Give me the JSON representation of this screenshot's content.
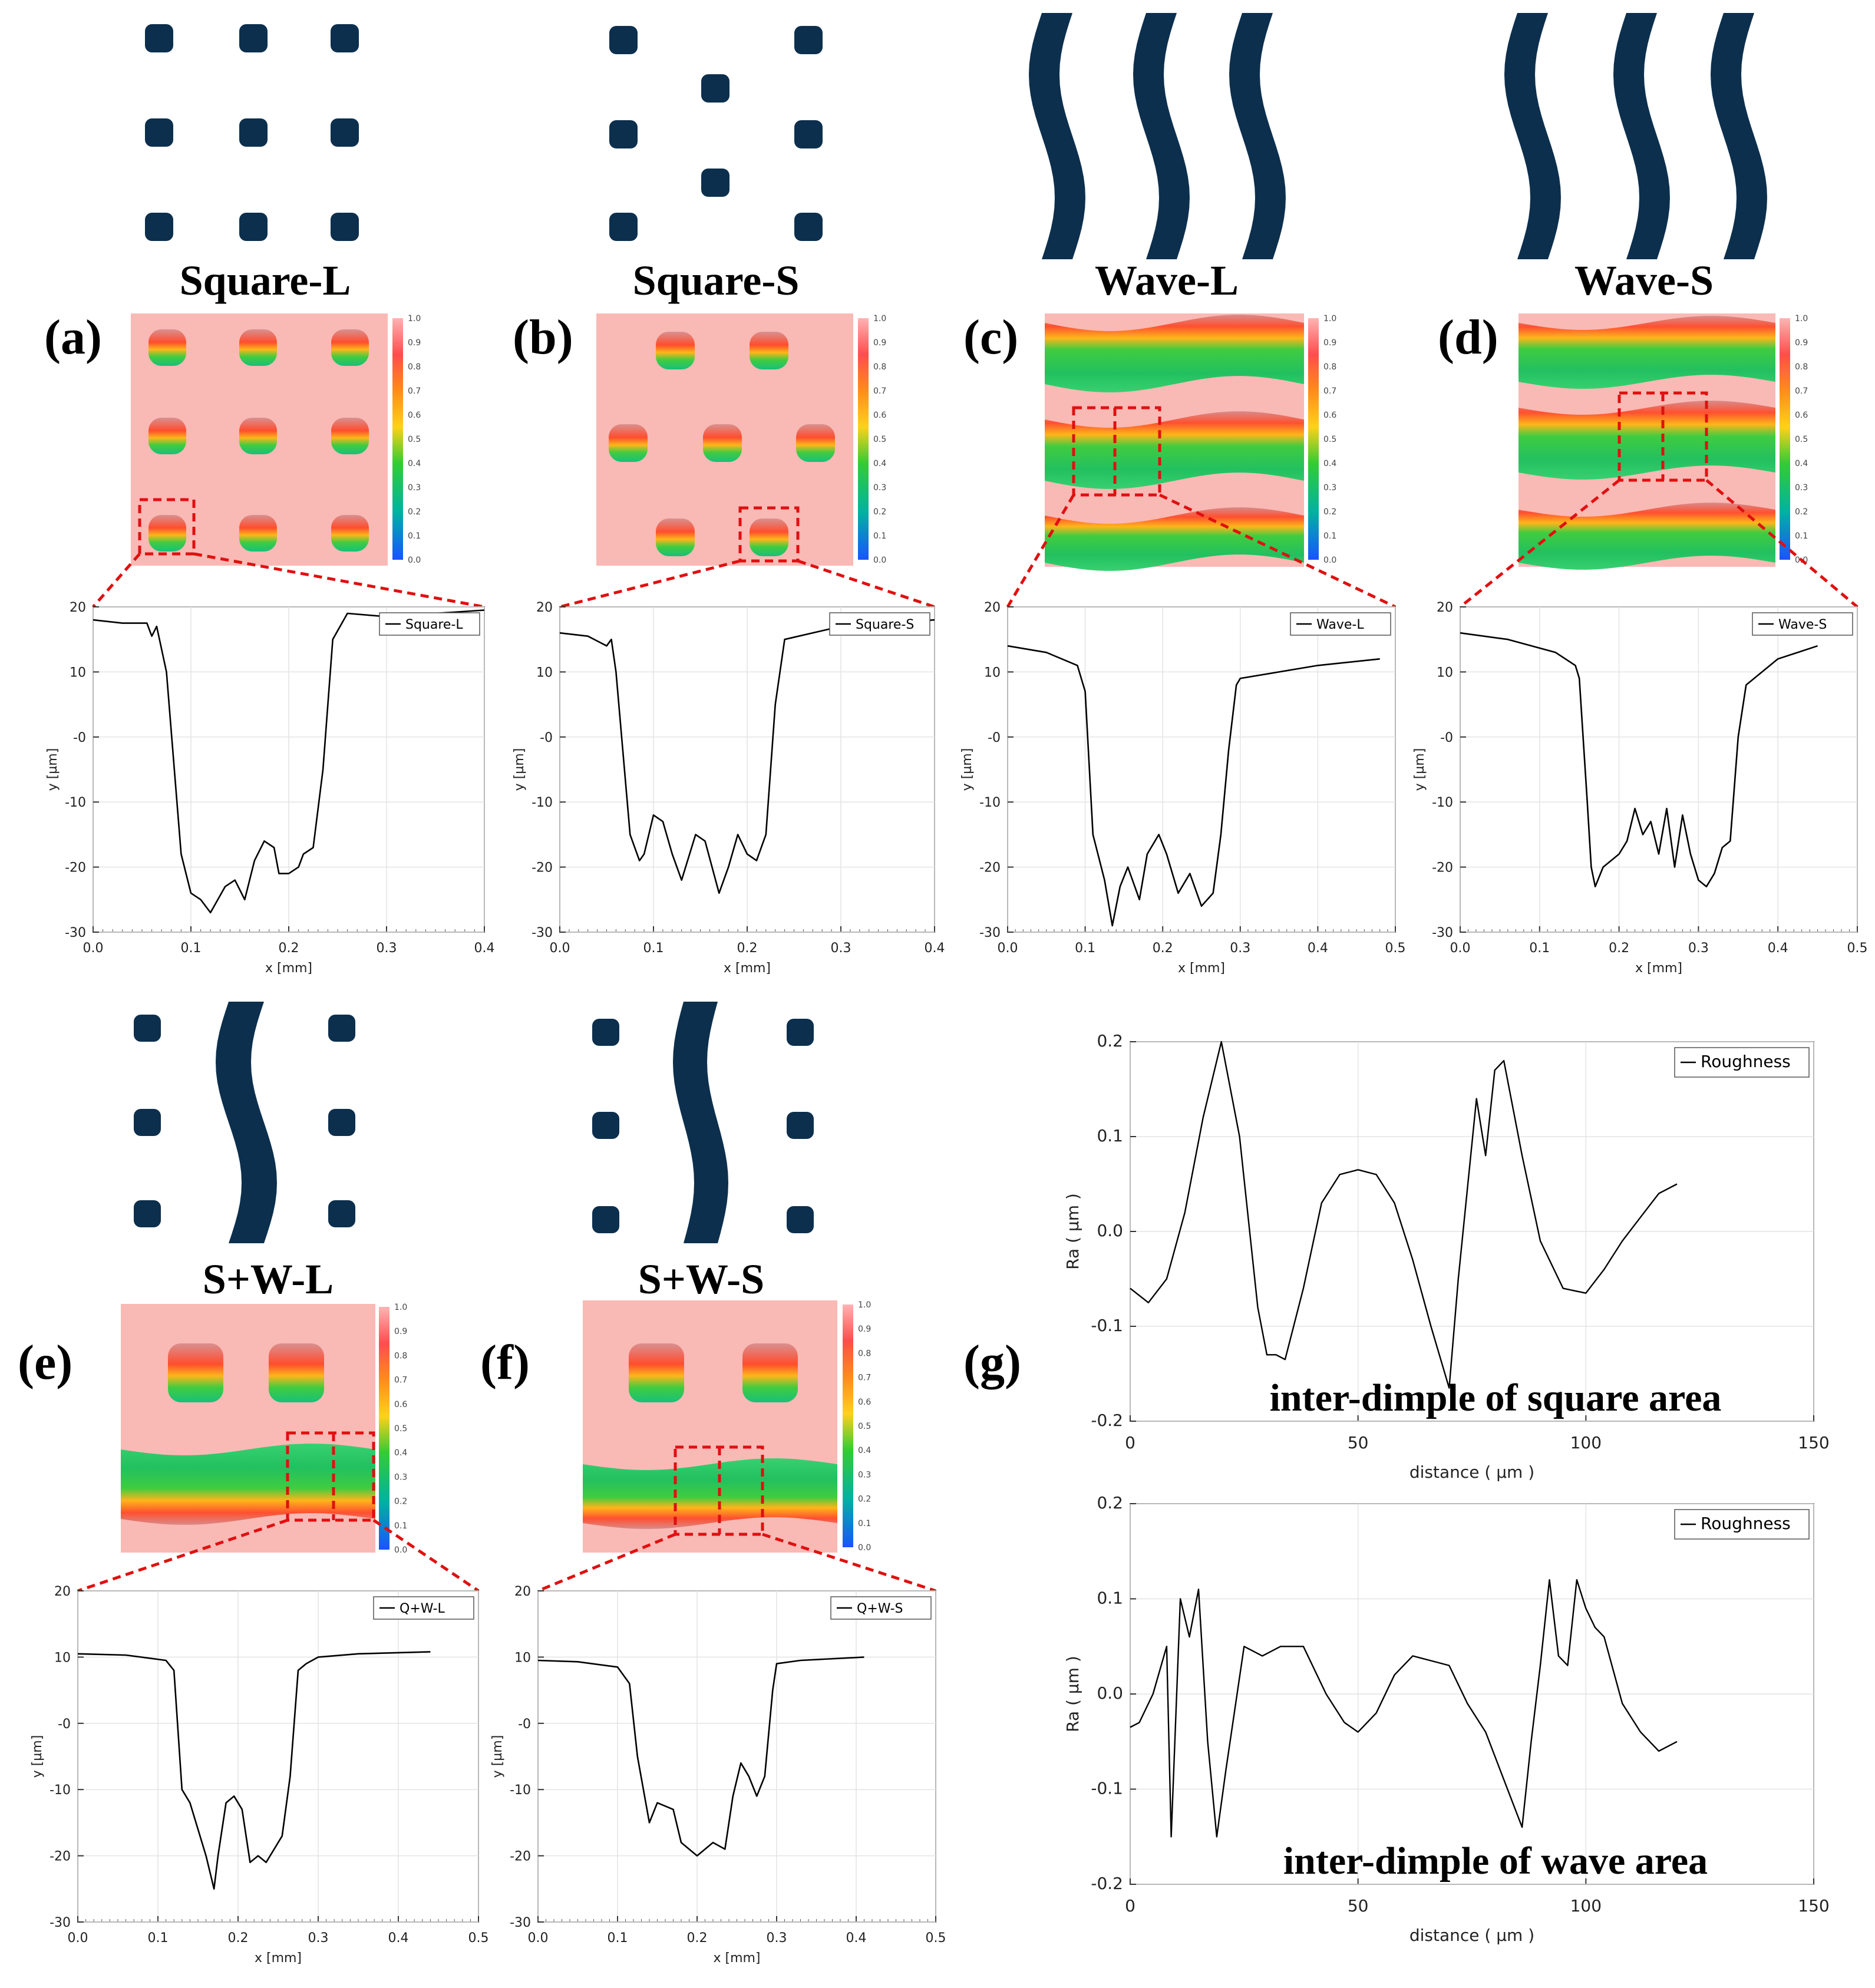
{
  "panels": {
    "a": {
      "label": "(a)",
      "title": "Square-L"
    },
    "b": {
      "label": "(b)",
      "title": "Square-S"
    },
    "c": {
      "label": "(c)",
      "title": "Wave-L"
    },
    "d": {
      "label": "(d)",
      "title": "Wave-S"
    },
    "e": {
      "label": "(e)",
      "title": "S+W-L"
    },
    "f": {
      "label": "(f)",
      "title": "S+W-S"
    },
    "g": {
      "label": "(g)"
    }
  },
  "colorbar": {
    "labels": [
      "1.0",
      "0.9",
      "0.8",
      "0.7",
      "0.6",
      "0.5",
      "0.4",
      "0.3",
      "0.2",
      "0.1",
      "0.0"
    ],
    "colors": [
      "#ffb3b3",
      "#ff4d4d",
      "#ff8c1a",
      "#ffd11a",
      "#33cc33",
      "#00b3a0",
      "#1a53ff"
    ]
  },
  "colors": {
    "dimple": "#0c2f4d",
    "height_bg": "#f9b9b5",
    "frame": "#e01010",
    "line": "#000000"
  },
  "chart_data": [
    {
      "id": "a",
      "type": "line",
      "xlabel": "x [mm]",
      "ylabel": "y [µm]",
      "xlim": [
        0,
        0.4
      ],
      "ylim": [
        -30,
        20
      ],
      "xticks": [
        "0.0",
        "0.1",
        "0.2",
        "0.3",
        "0.4"
      ],
      "yticks": [
        "20",
        "10",
        "-0",
        "-10",
        "-20",
        "-30"
      ],
      "series": [
        {
          "name": "Square-L",
          "x": [
            0,
            0.03,
            0.055,
            0.06,
            0.065,
            0.075,
            0.09,
            0.1,
            0.11,
            0.12,
            0.135,
            0.145,
            0.155,
            0.165,
            0.175,
            0.185,
            0.19,
            0.2,
            0.21,
            0.215,
            0.225,
            0.235,
            0.245,
            0.26,
            0.3,
            0.4
          ],
          "y": [
            18,
            17.5,
            17.5,
            15.5,
            17,
            10,
            -18,
            -24,
            -25,
            -27,
            -23,
            -22,
            -25,
            -19,
            -16,
            -17,
            -21,
            -21,
            -20,
            -18,
            -17,
            -5,
            15,
            19,
            18.5,
            19.5
          ]
        }
      ]
    },
    {
      "id": "b",
      "type": "line",
      "xlabel": "x [mm]",
      "ylabel": "y [µm]",
      "xlim": [
        0,
        0.4
      ],
      "ylim": [
        -30,
        20
      ],
      "xticks": [
        "0.0",
        "0.1",
        "0.2",
        "0.3",
        "0.4"
      ],
      "yticks": [
        "20",
        "10",
        "-0",
        "-10",
        "-20",
        "-30"
      ],
      "series": [
        {
          "name": "Square-S",
          "x": [
            0,
            0.03,
            0.05,
            0.055,
            0.06,
            0.075,
            0.085,
            0.09,
            0.1,
            0.11,
            0.12,
            0.13,
            0.145,
            0.155,
            0.17,
            0.18,
            0.19,
            0.2,
            0.21,
            0.22,
            0.23,
            0.24,
            0.3,
            0.4
          ],
          "y": [
            16,
            15.5,
            14,
            15,
            10,
            -15,
            -19,
            -18,
            -12,
            -13,
            -18,
            -22,
            -15,
            -16,
            -24,
            -20,
            -15,
            -18,
            -19,
            -15,
            5,
            15,
            17,
            18
          ]
        }
      ]
    },
    {
      "id": "c",
      "type": "line",
      "xlabel": "x [mm]",
      "ylabel": "y [µm]",
      "xlim": [
        0,
        0.5
      ],
      "ylim": [
        -30,
        20
      ],
      "xticks": [
        "0.0",
        "0.1",
        "0.2",
        "0.3",
        "0.4",
        "0.5"
      ],
      "yticks": [
        "20",
        "10",
        "-0",
        "-10",
        "-20",
        "-30"
      ],
      "series": [
        {
          "name": "Wave-L",
          "x": [
            0,
            0.05,
            0.09,
            0.1,
            0.11,
            0.125,
            0.135,
            0.145,
            0.155,
            0.17,
            0.18,
            0.195,
            0.205,
            0.22,
            0.235,
            0.25,
            0.265,
            0.275,
            0.285,
            0.295,
            0.3,
            0.4,
            0.48
          ],
          "y": [
            14,
            13,
            11,
            7,
            -15,
            -22,
            -29,
            -23,
            -20,
            -25,
            -18,
            -15,
            -18,
            -24,
            -21,
            -26,
            -24,
            -15,
            -2,
            8,
            9,
            11,
            12
          ]
        }
      ]
    },
    {
      "id": "d",
      "type": "line",
      "xlabel": "x [mm]",
      "ylabel": "y [µm]",
      "xlim": [
        0,
        0.5
      ],
      "ylim": [
        -30,
        20
      ],
      "xticks": [
        "0.0",
        "0.1",
        "0.2",
        "0.3",
        "0.4",
        "0.5"
      ],
      "yticks": [
        "20",
        "10",
        "-0",
        "-10",
        "-20",
        "-30"
      ],
      "series": [
        {
          "name": "Wave-S",
          "x": [
            0,
            0.06,
            0.12,
            0.145,
            0.15,
            0.16,
            0.165,
            0.17,
            0.18,
            0.19,
            0.2,
            0.21,
            0.22,
            0.23,
            0.24,
            0.25,
            0.26,
            0.27,
            0.28,
            0.29,
            0.3,
            0.31,
            0.32,
            0.33,
            0.34,
            0.35,
            0.36,
            0.4,
            0.45
          ],
          "y": [
            16,
            15,
            13,
            11,
            9,
            -10,
            -20,
            -23,
            -20,
            -19,
            -18,
            -16,
            -11,
            -15,
            -13,
            -18,
            -11,
            -20,
            -12,
            -18,
            -22,
            -23,
            -21,
            -17,
            -16,
            0,
            8,
            12,
            14
          ]
        }
      ]
    },
    {
      "id": "e",
      "type": "line",
      "xlabel": "x [mm]",
      "ylabel": "y [µm]",
      "xlim": [
        0,
        0.5
      ],
      "ylim": [
        -30,
        20
      ],
      "xticks": [
        "0.0",
        "0.1",
        "0.2",
        "0.3",
        "0.4",
        "0.5"
      ],
      "yticks": [
        "20",
        "10",
        "-0",
        "-10",
        "-20",
        "-30"
      ],
      "series": [
        {
          "name": "Q+W-L",
          "x": [
            0,
            0.06,
            0.11,
            0.12,
            0.13,
            0.14,
            0.15,
            0.16,
            0.17,
            0.175,
            0.185,
            0.195,
            0.205,
            0.215,
            0.225,
            0.235,
            0.245,
            0.255,
            0.265,
            0.275,
            0.285,
            0.3,
            0.35,
            0.44
          ],
          "y": [
            10.5,
            10.3,
            9.5,
            8,
            -10,
            -12,
            -16,
            -20,
            -25,
            -20,
            -12,
            -11,
            -13,
            -21,
            -20,
            -21,
            -19,
            -17,
            -8,
            8,
            9,
            10,
            10.5,
            10.8
          ]
        }
      ]
    },
    {
      "id": "f",
      "type": "line",
      "xlabel": "x [mm]",
      "ylabel": "y [µm]",
      "xlim": [
        0,
        0.5
      ],
      "ylim": [
        -30,
        20
      ],
      "xticks": [
        "0.0",
        "0.1",
        "0.2",
        "0.3",
        "0.4",
        "0.5"
      ],
      "yticks": [
        "20",
        "10",
        "-0",
        "-10",
        "-20",
        "-30"
      ],
      "series": [
        {
          "name": "Q+W-S",
          "x": [
            0,
            0.05,
            0.1,
            0.115,
            0.125,
            0.14,
            0.15,
            0.17,
            0.18,
            0.2,
            0.22,
            0.235,
            0.245,
            0.255,
            0.265,
            0.275,
            0.285,
            0.295,
            0.3,
            0.33,
            0.41
          ],
          "y": [
            9.5,
            9.3,
            8.5,
            6,
            -5,
            -15,
            -12,
            -13,
            -18,
            -20,
            -18,
            -19,
            -11,
            -6,
            -8,
            -11,
            -8,
            5,
            9,
            9.5,
            10
          ]
        }
      ]
    },
    {
      "id": "g1",
      "type": "line",
      "xlabel": "distance ( μm )",
      "ylabel": "Ra ( μm )",
      "xlim": [
        0,
        150
      ],
      "ylim": [
        -0.2,
        0.2
      ],
      "xticks": [
        "0",
        "50",
        "100",
        "150"
      ],
      "yticks": [
        "0.2",
        "0.1",
        "0.0",
        "-0.1",
        "-0.2"
      ],
      "annotation": "inter-dimple of square  area",
      "series": [
        {
          "name": "Roughness",
          "x": [
            0,
            4,
            8,
            12,
            16,
            20,
            24,
            28,
            30,
            32,
            34,
            38,
            42,
            46,
            50,
            54,
            58,
            62,
            66,
            70,
            72,
            76,
            78,
            80,
            82,
            86,
            90,
            95,
            100,
            104,
            108,
            112,
            116,
            120
          ],
          "y": [
            -0.06,
            -0.075,
            -0.05,
            0.02,
            0.12,
            0.2,
            0.1,
            -0.08,
            -0.13,
            -0.13,
            -0.135,
            -0.06,
            0.03,
            0.06,
            0.065,
            0.06,
            0.03,
            -0.03,
            -0.1,
            -0.165,
            -0.05,
            0.14,
            0.08,
            0.17,
            0.18,
            0.08,
            -0.01,
            -0.06,
            -0.065,
            -0.04,
            -0.01,
            0.015,
            0.04,
            0.05
          ]
        }
      ]
    },
    {
      "id": "g2",
      "type": "line",
      "xlabel": "distance ( μm )",
      "ylabel": "Ra ( μm )",
      "xlim": [
        0,
        150
      ],
      "ylim": [
        -0.2,
        0.2
      ],
      "xticks": [
        "0",
        "50",
        "100",
        "150"
      ],
      "yticks": [
        "0.2",
        "0.1",
        "0.0",
        "-0.1",
        "-0.2"
      ],
      "annotation": "inter-dimple of wave area",
      "series": [
        {
          "name": "Roughness",
          "x": [
            0,
            2,
            5,
            8,
            9,
            11,
            13,
            15,
            17,
            19,
            21,
            25,
            29,
            33,
            38,
            43,
            47,
            50,
            54,
            58,
            62,
            66,
            70,
            74,
            78,
            82,
            86,
            88,
            90,
            92,
            94,
            96,
            98,
            100,
            102,
            104,
            108,
            112,
            116,
            120
          ],
          "y": [
            -0.035,
            -0.03,
            0.0,
            0.05,
            -0.15,
            0.1,
            0.06,
            0.11,
            -0.05,
            -0.15,
            -0.08,
            0.05,
            0.04,
            0.05,
            0.05,
            0.0,
            -0.03,
            -0.04,
            -0.02,
            0.02,
            0.04,
            0.035,
            0.03,
            -0.01,
            -0.04,
            -0.09,
            -0.14,
            -0.05,
            0.03,
            0.12,
            0.04,
            0.03,
            0.12,
            0.09,
            0.07,
            0.06,
            -0.01,
            -0.04,
            -0.06,
            -0.05
          ]
        }
      ]
    }
  ]
}
